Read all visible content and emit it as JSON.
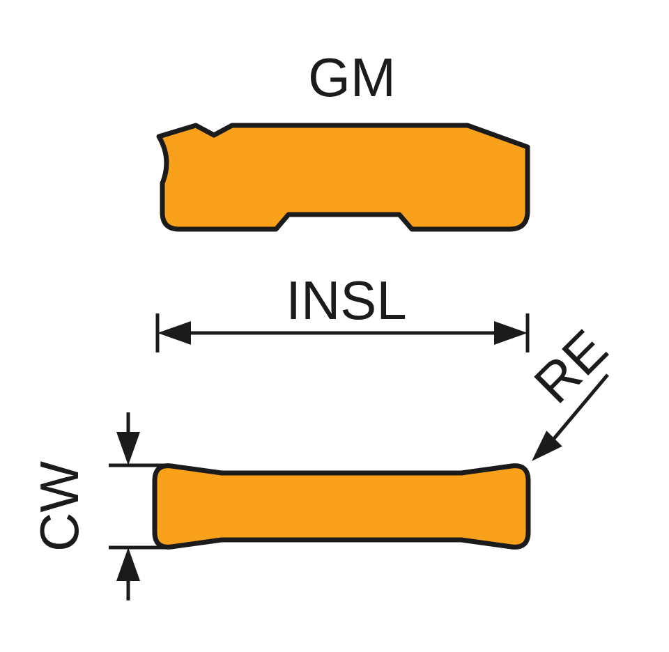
{
  "title": "GM",
  "annotations": {
    "length": "INSL",
    "width": "CW",
    "corner_radius": "RE"
  },
  "colors": {
    "insert_fill": "#F9A11B",
    "outline": "#1B1B1B",
    "background": "#FFFFFF"
  }
}
